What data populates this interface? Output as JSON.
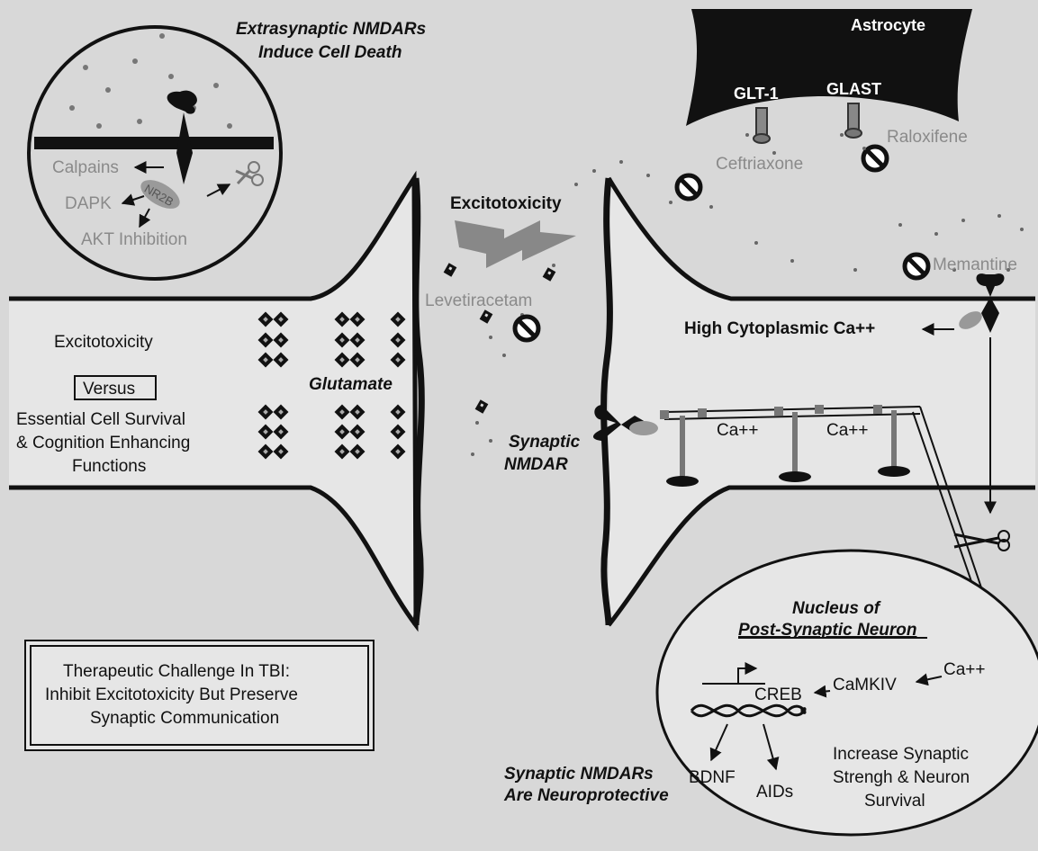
{
  "labels": {
    "extrasynaptic_line1": "Extrasynaptic NMDARs",
    "extrasynaptic_line2": "Induce Cell Death",
    "calpains": "Calpains",
    "dapk": "DAPK",
    "akt_inhibition": "AKT Inhibition",
    "nr2b": "NR2B",
    "astrocyte": "Astrocyte",
    "glt1": "GLT-1",
    "glast": "GLAST",
    "ceftriaxone": "Ceftriaxone",
    "raloxifene": "Raloxifene",
    "excitotoxicity_center": "Excitotoxicity",
    "levetiracetam": "Levetiracetam",
    "memantine": "Memantine",
    "high_cytoplasmic_ca": "High Cytoplasmic Ca++",
    "excitotoxicity_left": "Excitotoxicity",
    "versus": "Versus",
    "glutamate": "Glutamate",
    "essential_line1": "Essential Cell Survival",
    "essential_line2": "& Cognition Enhancing",
    "essential_line3": "Functions",
    "synaptic": "Synaptic",
    "nmdar": "NMDAR",
    "ca1": "Ca++",
    "ca2": "Ca++",
    "nucleus_line1": "Nucleus of",
    "nucleus_line2": "Post-Synaptic Neuron",
    "creb": "CREB",
    "camkiv": "CaMKIV",
    "ca_nucleus": "Ca++",
    "bdnf": "BDNF",
    "aids": "AIDs",
    "increase_line1": "Increase Synaptic",
    "increase_line2": "Strengh & Neuron",
    "increase_line3": "Survival",
    "challenge_line1": "Therapeutic Challenge In TBI:",
    "challenge_line2": "Inhibit Excitotoxicity But Preserve",
    "challenge_line3": "Synaptic Communication",
    "neuroprotective_line1": "Synaptic NMDARs",
    "neuroprotective_line2": "Are Neuroprotective"
  },
  "colors": {
    "background": "#d8d8d8",
    "ink": "#111111",
    "muted_text": "#8a8a8a",
    "receptor_grey": "#7a7a7a"
  }
}
